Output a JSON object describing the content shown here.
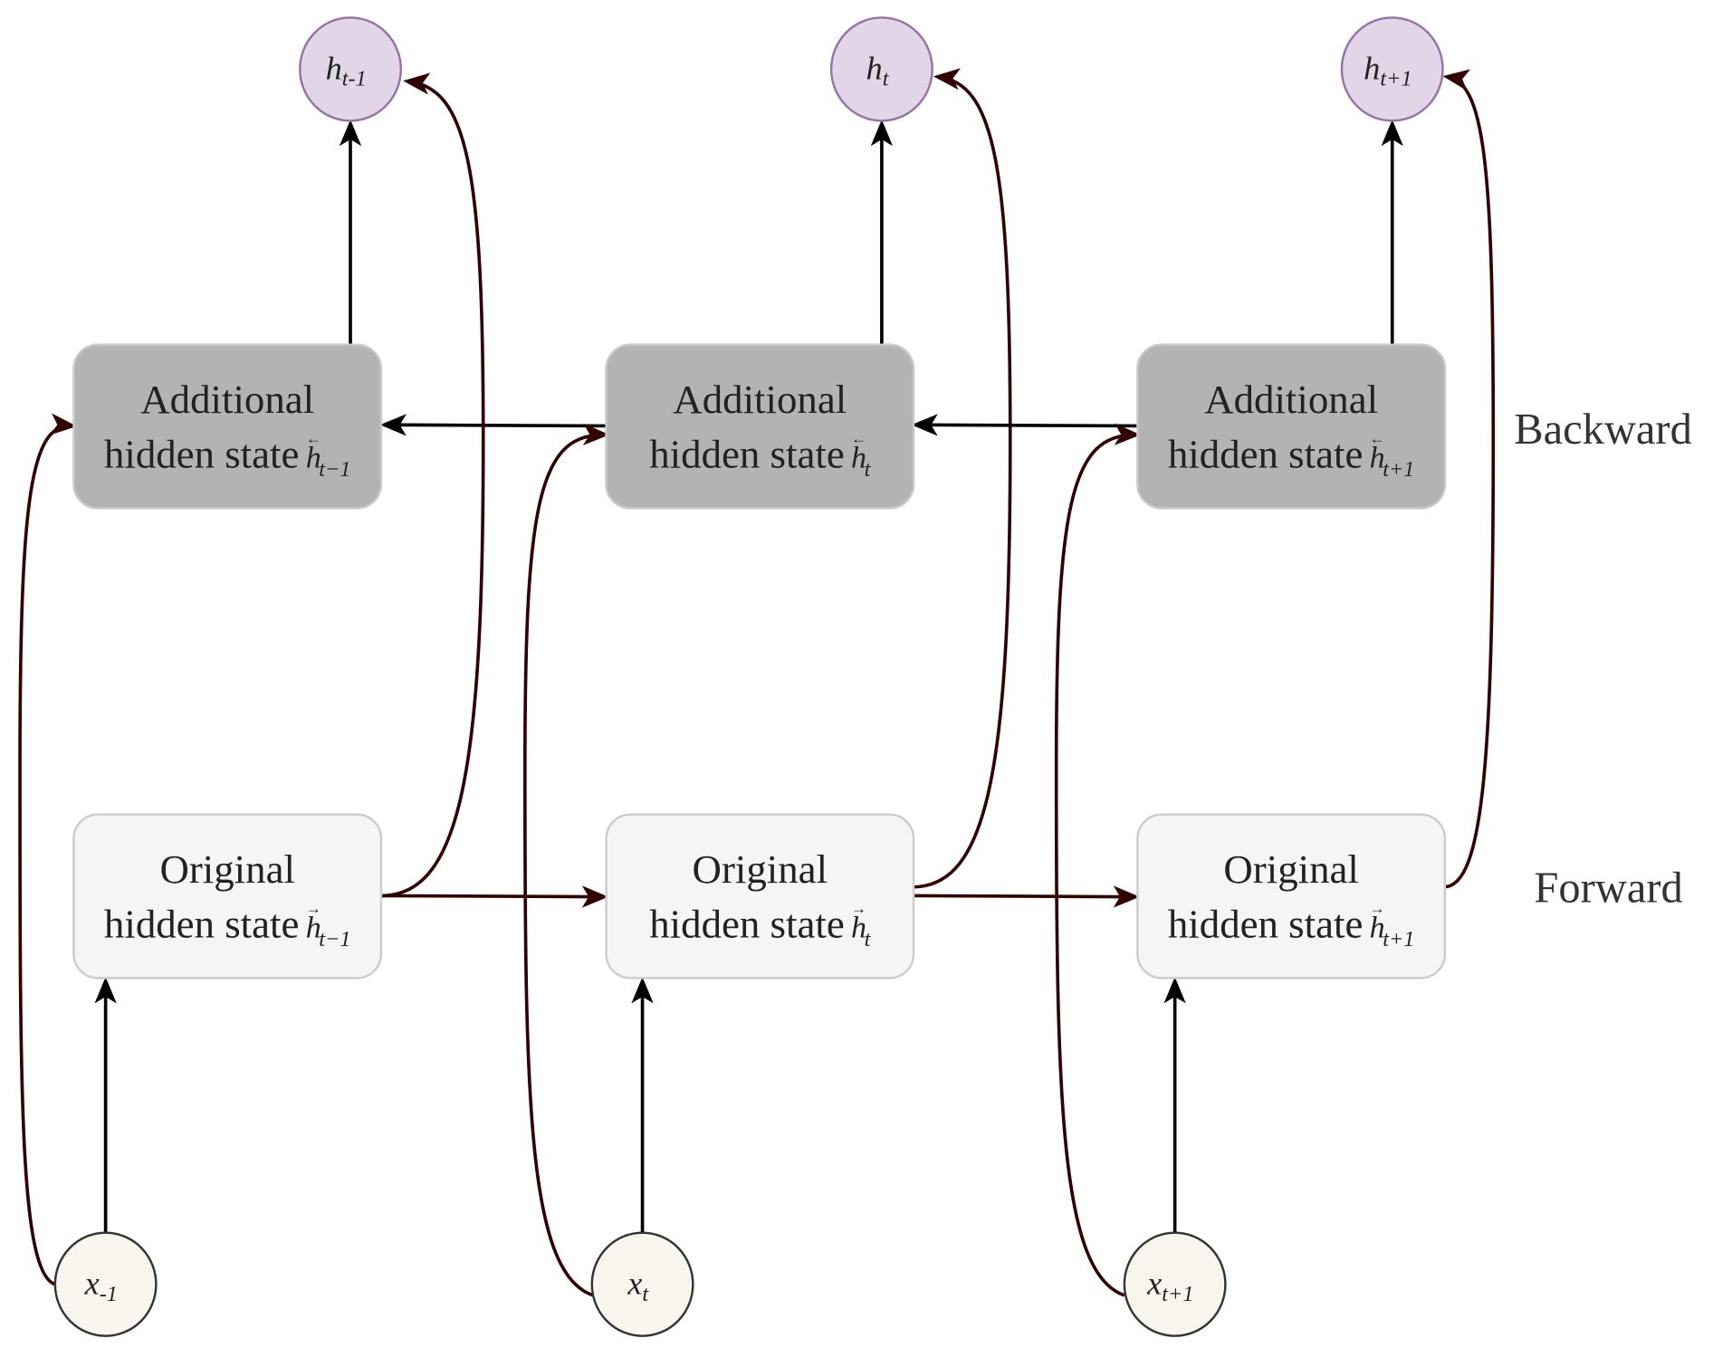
{
  "colors": {
    "additional_fill": "#b3b3b3",
    "original_fill": "#f5f5f5",
    "output_fill": "#e1d5e7",
    "output_stroke": "#9673a6",
    "input_fill": "#f7f5ee",
    "arrow_dark": "#000000",
    "arrow_red": "#330000"
  },
  "labels": {
    "backward": "Backward",
    "forward": "Forward"
  },
  "outputs": [
    {
      "base": "h",
      "sub": "t-1"
    },
    {
      "base": "h",
      "sub": "t"
    },
    {
      "base": "h",
      "sub": "t+1"
    }
  ],
  "inputs": [
    {
      "base": "x",
      "sub": "-1"
    },
    {
      "base": "x",
      "sub": "t"
    },
    {
      "base": "x",
      "sub": "t+1"
    }
  ],
  "additional": [
    {
      "line1": "Additional",
      "line2": "hidden state",
      "sym": "h",
      "arrow": "←",
      "sub": "t−1"
    },
    {
      "line1": "Additional",
      "line2": "hidden state",
      "sym": "h",
      "arrow": "←",
      "sub": "t"
    },
    {
      "line1": "Additional",
      "line2": "hidden state",
      "sym": "h",
      "arrow": "←",
      "sub": "t+1"
    }
  ],
  "original": [
    {
      "line1": "Original",
      "line2": "hidden state",
      "sym": "h",
      "arrow": "→",
      "sub": "t−1"
    },
    {
      "line1": "Original",
      "line2": "hidden state",
      "sym": "h",
      "arrow": "→",
      "sub": "t"
    },
    {
      "line1": "Original",
      "line2": "hidden state",
      "sym": "h",
      "arrow": "→",
      "sub": "t+1"
    }
  ]
}
